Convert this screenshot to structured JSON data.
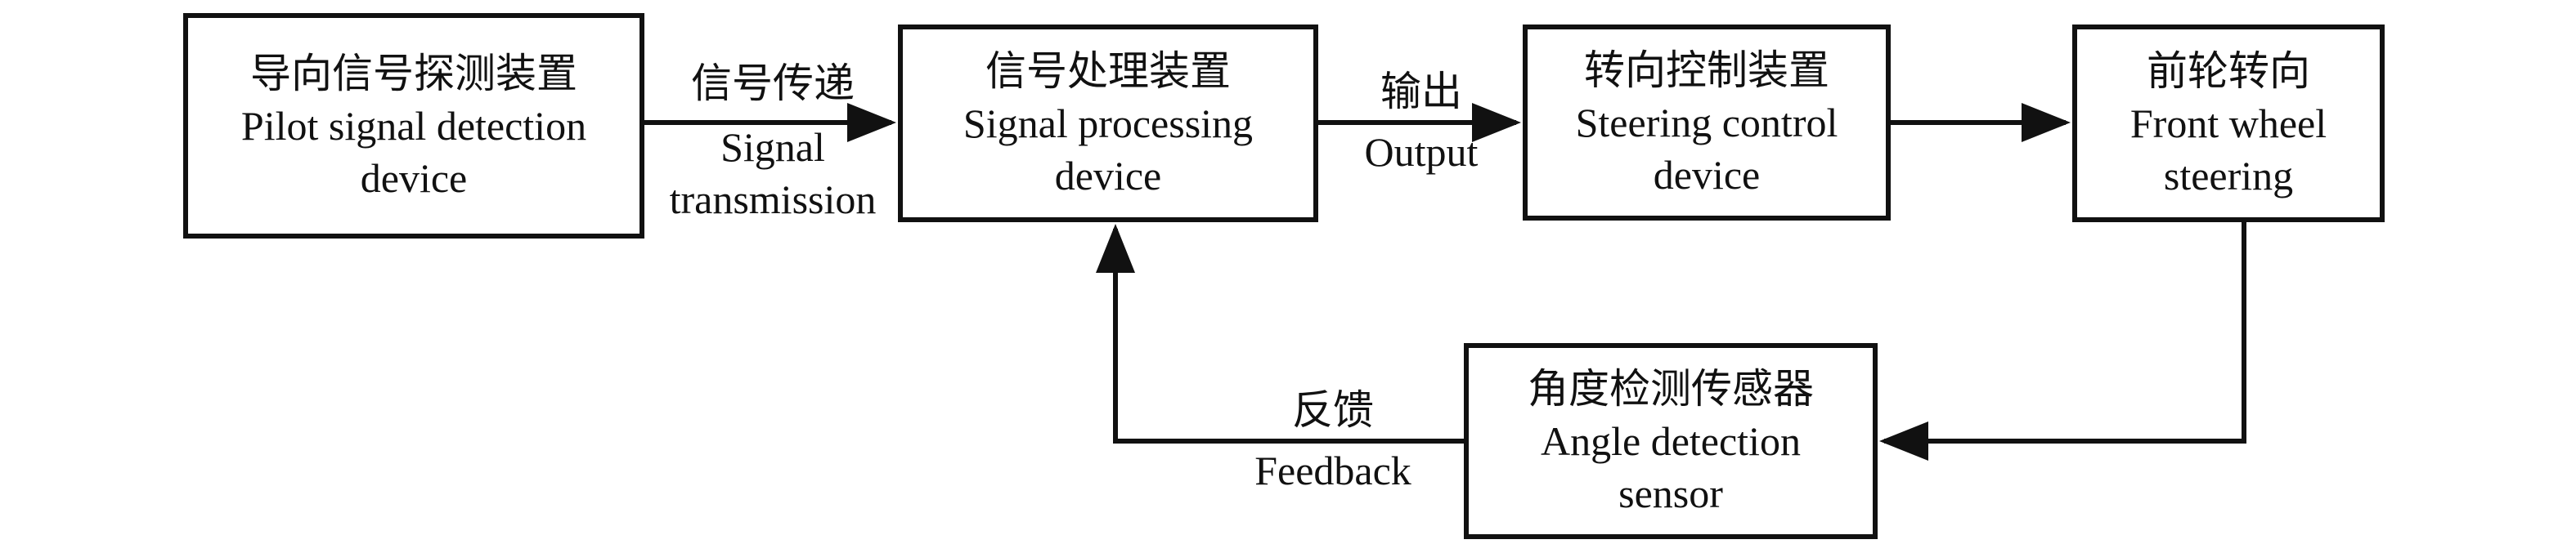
{
  "nodes": {
    "guide_detect": {
      "zh": "导向信号探测装置",
      "en_line1": "Pilot signal detection",
      "en_line2": "device"
    },
    "signal_proc": {
      "zh": "信号处理装置",
      "en_line1": "Signal processing",
      "en_line2": "device"
    },
    "steer_ctrl": {
      "zh": "转向控制装置",
      "en_line1": "Steering control",
      "en_line2": "device"
    },
    "front_wheel": {
      "zh": "前轮转向",
      "en_line1": "Front wheel",
      "en_line2": "steering"
    },
    "angle_sensor": {
      "zh": "角度检测传感器",
      "en_line1": "Angle detection",
      "en_line2": "sensor"
    }
  },
  "edges": {
    "transmission": {
      "zh": "信号传递",
      "en_line1": "Signal",
      "en_line2": "transmission"
    },
    "output": {
      "zh": "输出",
      "en_line1": "Output"
    },
    "feedback": {
      "zh": "反馈",
      "en_line1": "Feedback"
    }
  },
  "colors": {
    "stroke": "#111111",
    "background": "#ffffff"
  }
}
